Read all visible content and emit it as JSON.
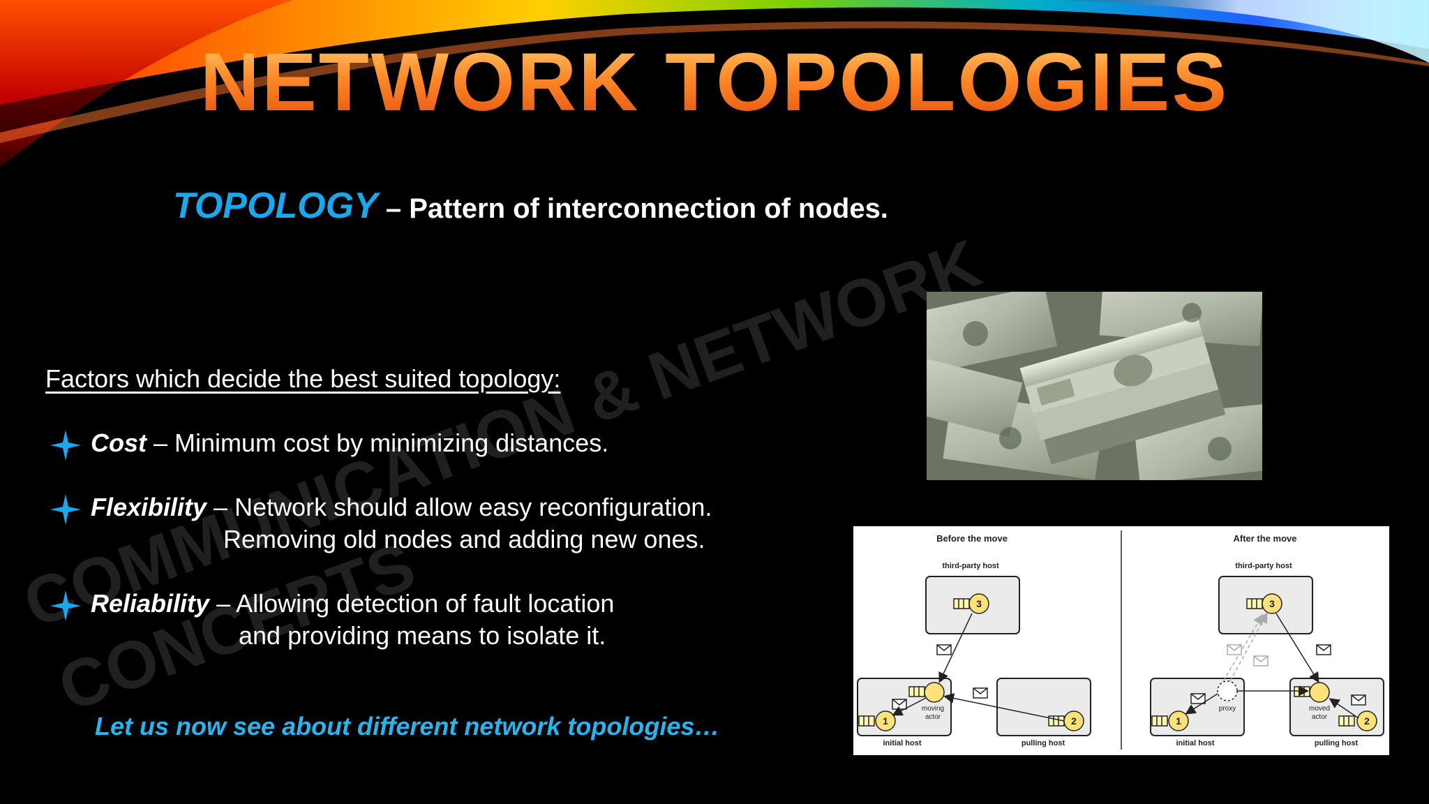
{
  "slide": {
    "title": "NETWORK TOPOLOGIES",
    "definition": {
      "term": "TOPOLOGY",
      "text": " – Pattern of interconnection of nodes."
    },
    "watermark": {
      "line1": "COMMUNICATION & NETWORK",
      "line2": "CONCEPTS"
    },
    "factors_heading": "Factors which decide the best suited topology:",
    "factors": [
      {
        "name": "Cost",
        "line1": " – Minimum cost by minimizing distances.",
        "line2": ""
      },
      {
        "name": "Flexibility",
        "line1": " – Network should allow easy reconfiguration.",
        "line2": "Removing old nodes and adding new ones."
      },
      {
        "name": "Reliability",
        "line1": " – Allowing detection of fault location",
        "line2": "and providing means to isolate it."
      }
    ],
    "closing": "Let us now see about different network topologies…",
    "colors": {
      "title": "#ff6a10",
      "accent_blue": "#1aa7ee",
      "closing_blue": "#2ab4ee",
      "background": "#000000"
    }
  },
  "diagram": {
    "before": {
      "heading": "Before the move",
      "third_party_label": "third-party host",
      "initial_host_label": "initial host",
      "pulling_host_label": "pulling host",
      "actor_label_1": "moving",
      "actor_label_2": "actor",
      "node1": "1",
      "node2": "2",
      "node3": "3"
    },
    "after": {
      "heading": "After the move",
      "third_party_label": "third-party host",
      "initial_host_label": "initial host",
      "pulling_host_label": "pulling host",
      "proxy_label": "proxy",
      "actor_label_1": "moved",
      "actor_label_2": "actor",
      "node1": "1",
      "node2": "2",
      "node3": "3"
    }
  }
}
